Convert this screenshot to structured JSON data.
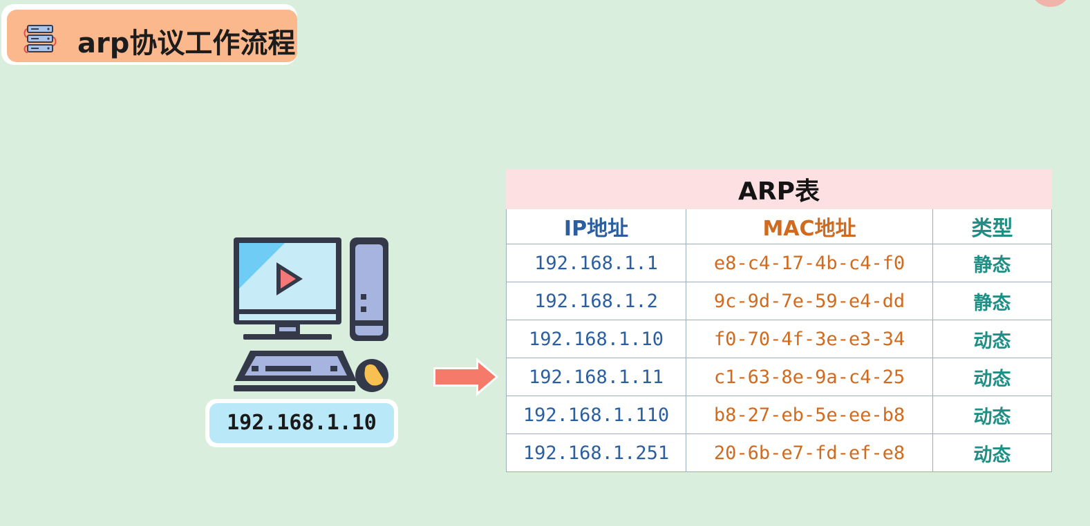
{
  "title": {
    "text": "arp协议工作流程",
    "icon": "server-stack-icon",
    "background_color": "#fbb88d"
  },
  "computer": {
    "icon": "desktop-computer-icon",
    "ip": "192.168.1.10"
  },
  "arrow": {
    "icon": "right-arrow-icon",
    "color": "#f57a6a"
  },
  "arp_table": {
    "title": "ARP表",
    "headers": {
      "ip": "IP地址",
      "mac": "MAC地址",
      "type": "类型"
    },
    "rows": [
      {
        "ip": "192.168.1.1",
        "mac": "e8-c4-17-4b-c4-f0",
        "type": "静态"
      },
      {
        "ip": "192.168.1.2",
        "mac": "9c-9d-7e-59-e4-dd",
        "type": "静态"
      },
      {
        "ip": "192.168.1.10",
        "mac": "f0-70-4f-3e-e3-34",
        "type": "动态"
      },
      {
        "ip": "192.168.1.11",
        "mac": "c1-63-8e-9a-c4-25",
        "type": "动态"
      },
      {
        "ip": "192.168.1.110",
        "mac": "b8-27-eb-5e-ee-b8",
        "type": "动态"
      },
      {
        "ip": "192.168.1.251",
        "mac": "20-6b-e7-fd-ef-e8",
        "type": "动态"
      }
    ],
    "colors": {
      "ip": "#2b5e9e",
      "mac": "#d06a1e",
      "type": "#1f8f86",
      "title_bg": "#fde0e2"
    }
  }
}
